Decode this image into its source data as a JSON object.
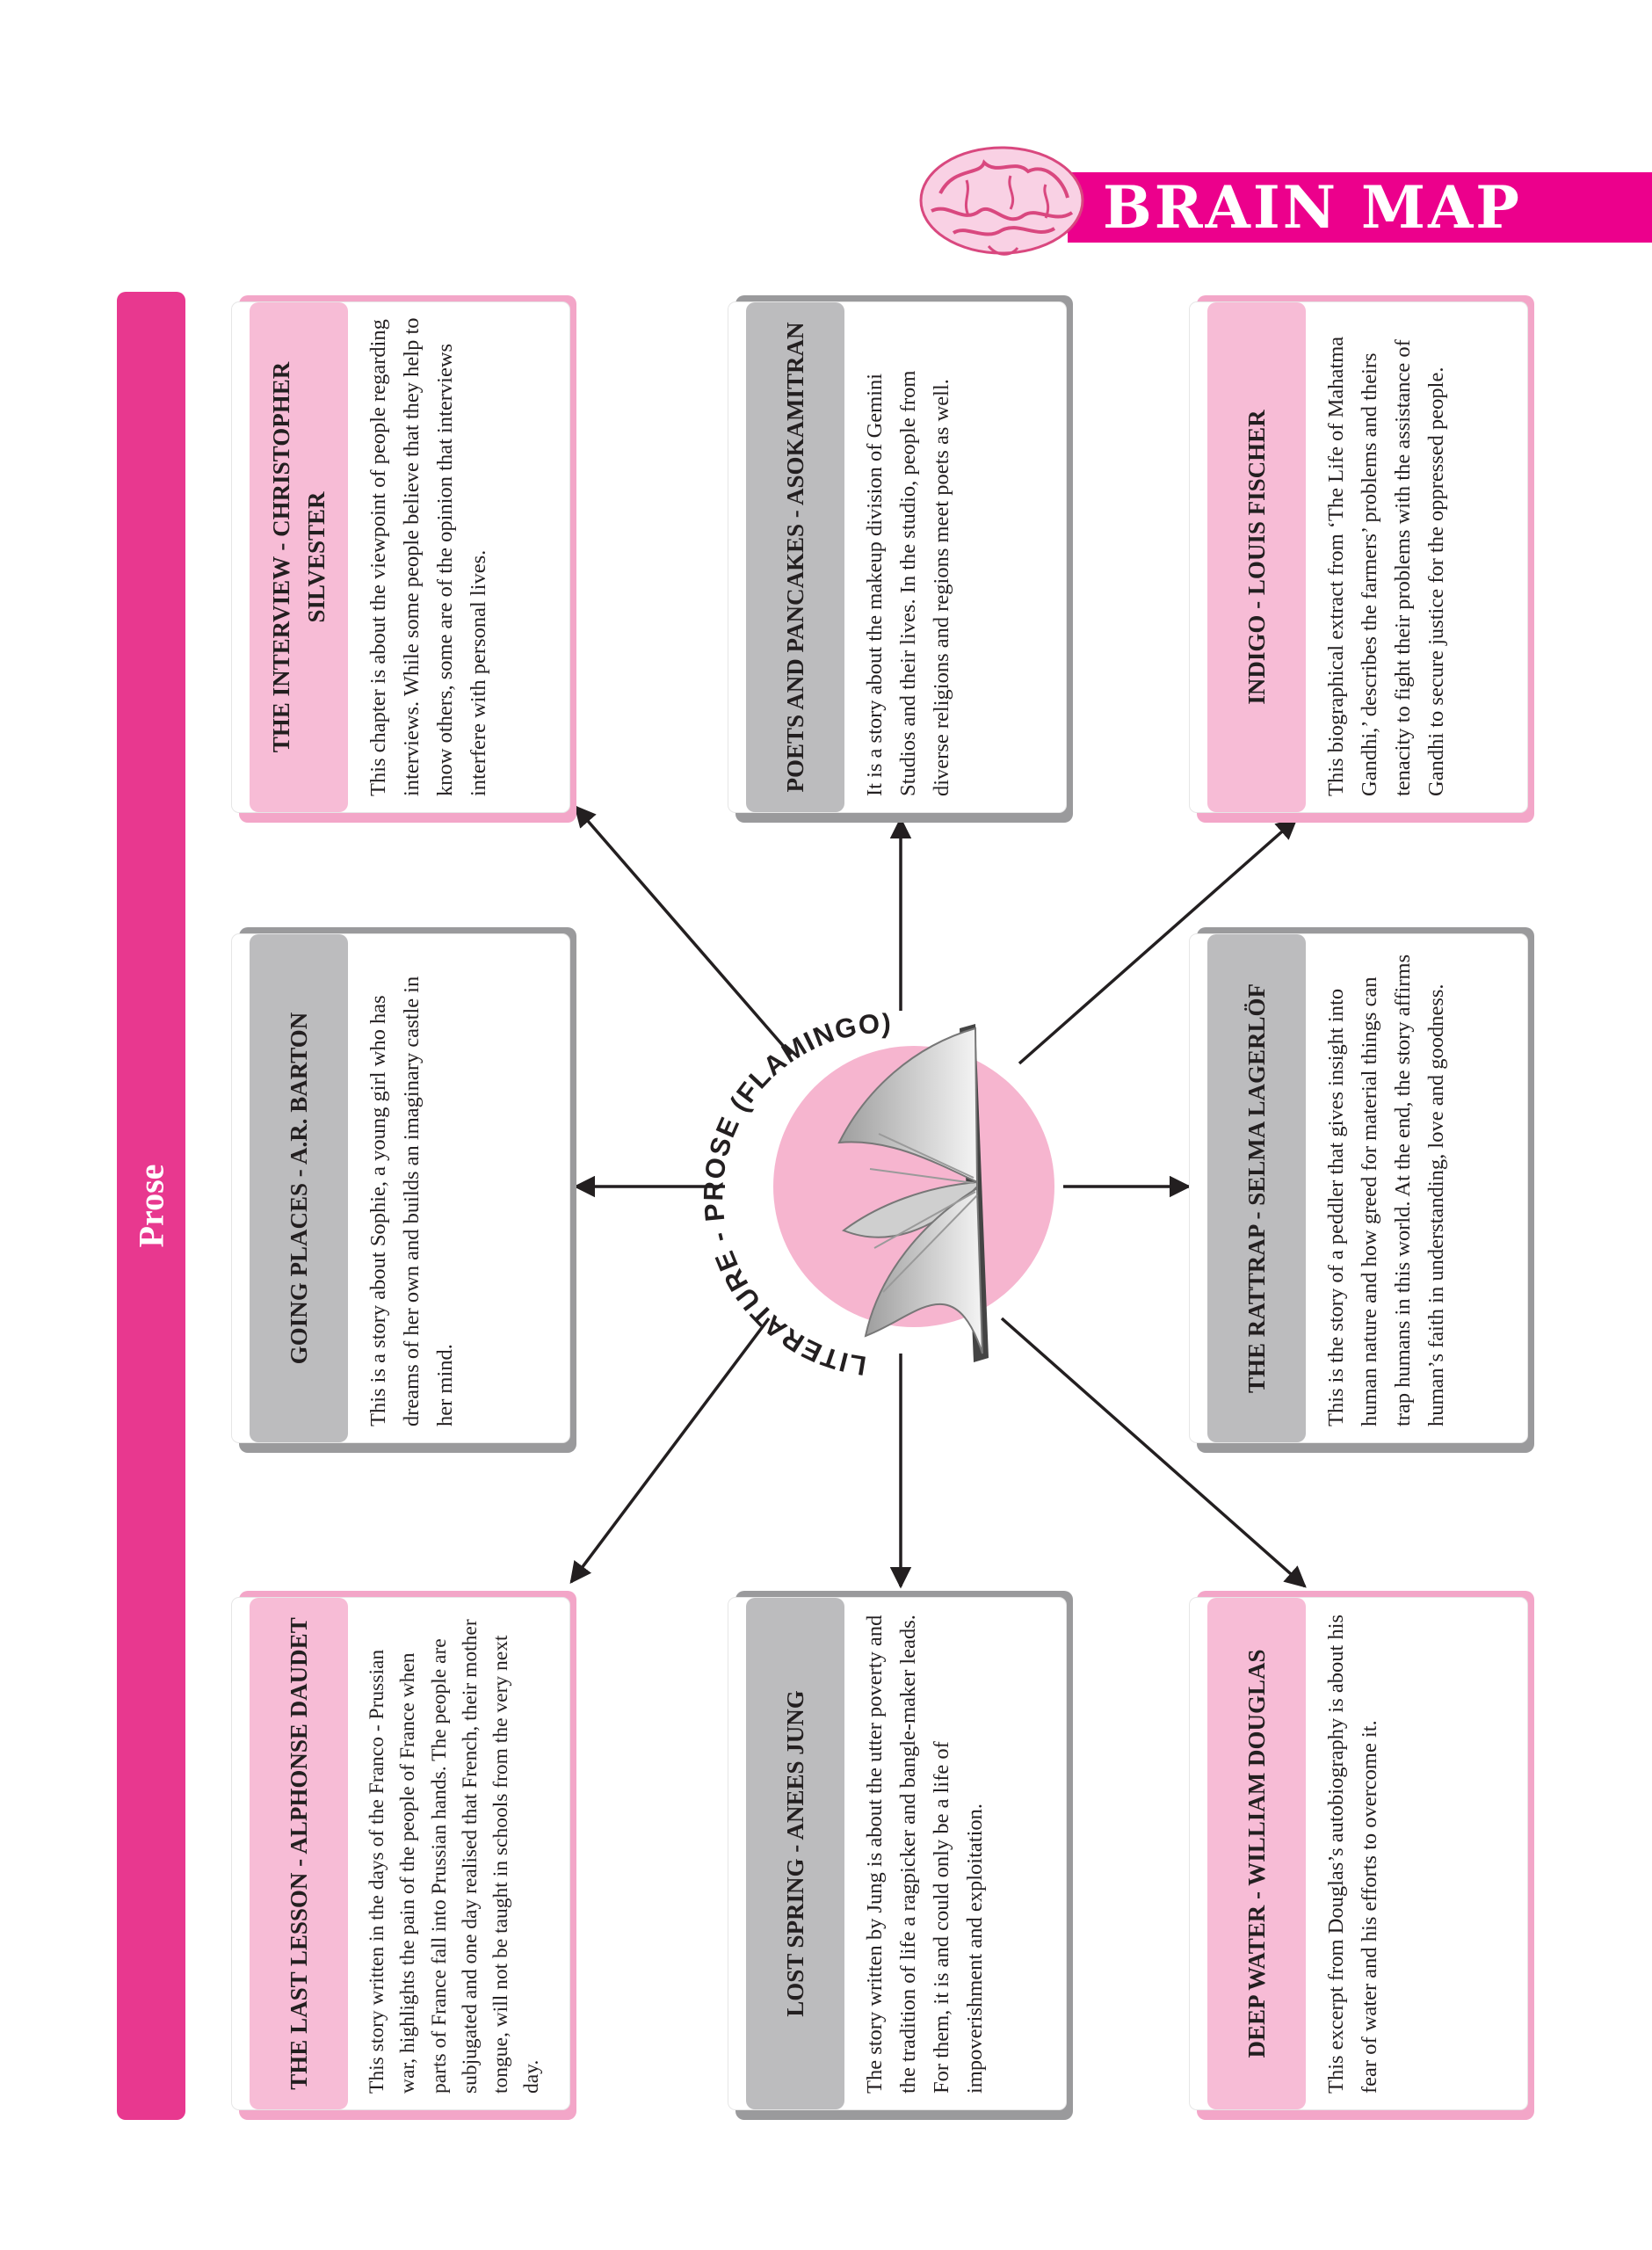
{
  "header": {
    "title": "BRAIN MAP"
  },
  "section": {
    "label": "Prose"
  },
  "hub": {
    "label": "LITERATURE - PROSE (FLAMINGO)"
  },
  "cards": {
    "interview": {
      "title": "THE INTERVIEW - CHRISTOPHER SILVESTER",
      "text": "This chapter is about the viewpoint of people regarding interviews. While some people believe that they help to know others, some are of the opinion that interviews interfere with personal lives."
    },
    "poets": {
      "title": "POETS AND PANCAKES - ASOKAMITRAN",
      "text": "It is a story about the makeup division of Gemini Studios and their lives. In the studio, people from diverse religions and regions meet poets as well."
    },
    "indigo": {
      "title": "INDIGO - LOUIS FISCHER",
      "text": "This biographical extract from ‘The Life of Mahatma Gandhi,’ describes the farmers’ problems and theirs tenacity to fight their problems with the assistance of Gandhi to secure justice for the oppressed people."
    },
    "going_places": {
      "title": "GOING PLACES - A.R. BARTON",
      "text": "This is a story about Sophie, a young girl who has dreams of her own and builds an imaginary castle in her mind."
    },
    "rattrap": {
      "title": "THE RATTRAP - SELMA LAGERLÖF",
      "text": "This is the story of a peddler that gives insight into human nature and how greed for material things can trap humans in this world. At the end, the story affirms human’s faith in understanding, love and goodness."
    },
    "last_lesson": {
      "title": "THE LAST LESSON - ALPHONSE DAUDET",
      "text": "This story written in the days of the Franco - Prussian war, highlights the pain of the people of France when parts of France fall into Prussian hands. The people are subjugated and one day realised that French, their mother tongue, will not be taught in schools from the very next day."
    },
    "lost_spring": {
      "title": "LOST SPRING - ANEES JUNG",
      "text": "The story written by Jung is about the utter poverty and the tradition of life a ragpicker and bangle-maker leads. For them, it is and could only be a life of impoverishment and exploitation."
    },
    "deep_water": {
      "title": "DEEP WATER - WILLIAM DOUGLAS",
      "text": "This excerpt from Douglas’s autobiography is about his fear of water and his efforts to overcome it."
    }
  },
  "colors": {
    "magenta": "#ec008c",
    "prose_bar": "#e8388f",
    "pink_shadow": "#f3a6c8",
    "pink_title": "#f7bcd6",
    "gray_shadow": "#9a9a9c",
    "gray_title": "#bcbcbe",
    "hub": "#f6b5cf"
  }
}
